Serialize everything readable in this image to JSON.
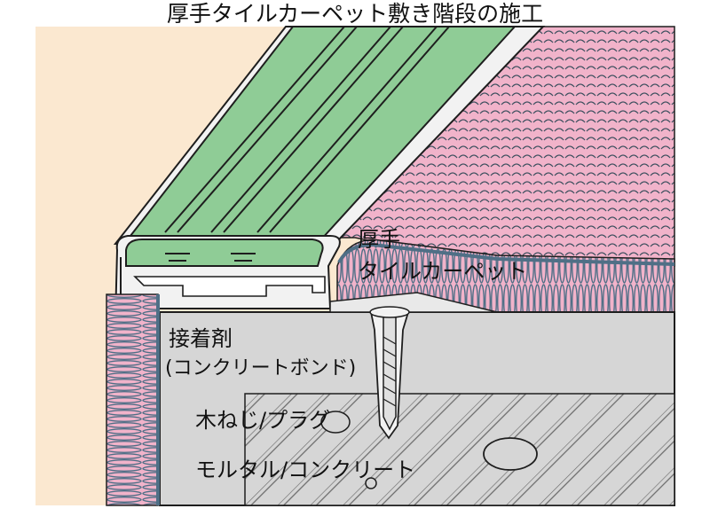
{
  "title": "厚手タイルカーペット敷き階段の施工",
  "labels": {
    "carpet_line1": "厚手",
    "carpet_line2": "タイルカーペット",
    "adhesive_line1": "接着剤",
    "adhesive_line2": "(コンクリートボンド)",
    "screw_plug": "木ねじ/プラグ",
    "mortar_concrete": "モルタル/コンクリート"
  },
  "colors": {
    "wall": "#fbe8d0",
    "nosing_green": "#8fcc96",
    "nosing_frame": "#f2f2f2",
    "carpet_pink": "#f1b3ca",
    "carpet_pile_blue": "#4f6f86",
    "concrete": "#d6d6d6",
    "outline": "#1e1e1e"
  }
}
